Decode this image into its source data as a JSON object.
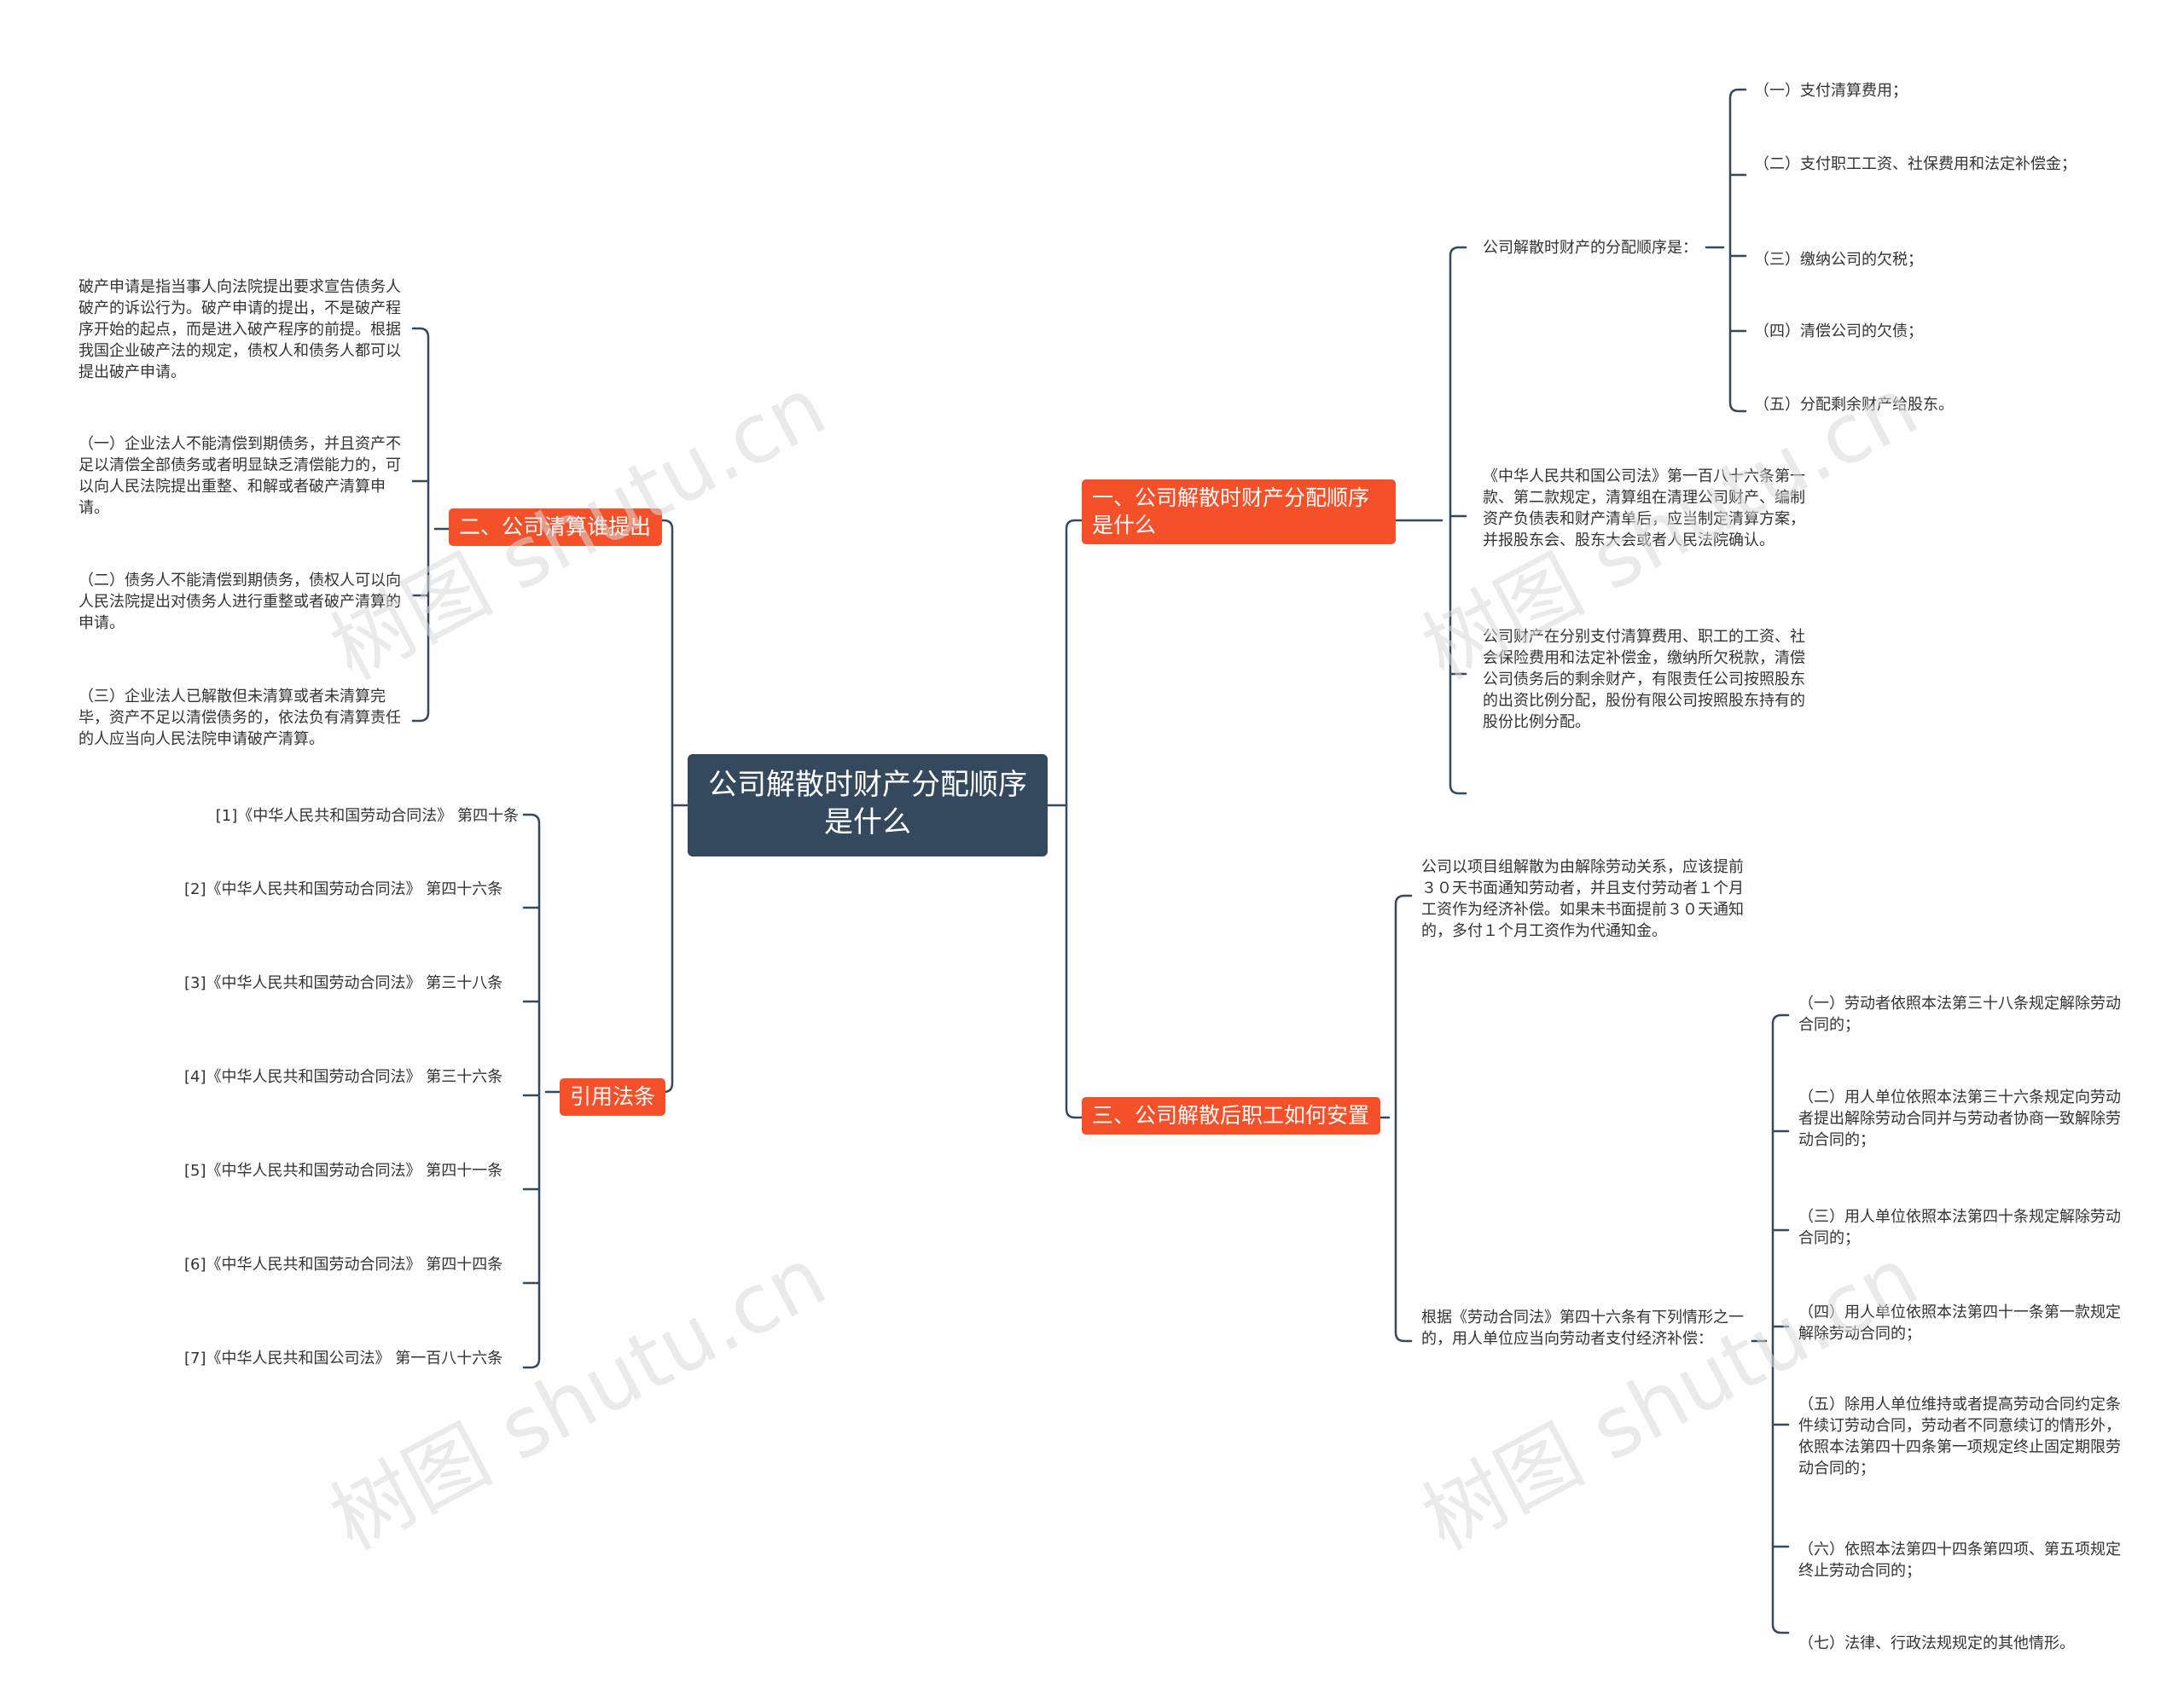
{
  "root": {
    "label": "公司解散时财产分配顺序是什么"
  },
  "branches": {
    "b1": {
      "label": "一、公司解散时财产分配顺序是什么"
    },
    "b2": {
      "label": "二、公司清算谁提出"
    },
    "b3": {
      "label": "三、公司解散后职工如何安置"
    },
    "b4": {
      "label": "引用法条"
    }
  },
  "b1_children": {
    "order_title": "公司解散时财产的分配顺序是：",
    "order_items": [
      "（一）支付清算费用；",
      "（二）支付职工工资、社保费用和法定补偿金；",
      "（三）缴纳公司的欠税；",
      "（四）清偿公司的欠债；",
      "（五）分配剩余财产给股东。"
    ],
    "law_text": "《中华人民共和国公司法》第一百八十六条第一款、第二款规定，清算组在清理公司财产、编制资产负债表和财产清单后，应当制定清算方案，并报股东会、股东大会或者人民法院确认。",
    "distribution_text": "公司财产在分别支付清算费用、职工的工资、社会保险费用和法定补偿金，缴纳所欠税款，清偿公司债务后的剩余财产，有限责任公司按照股东的出资比例分配，股份有限公司按照股东持有的股份比例分配。"
  },
  "b2_children": [
    "破产申请是指当事人向法院提出要求宣告债务人破产的诉讼行为。破产申请的提出，不是破产程序开始的起点，而是进入破产程序的前提。根据我国企业破产法的规定，债权人和债务人都可以提出破产申请。",
    "（一）企业法人不能清偿到期债务，并且资产不足以清偿全部债务或者明显缺乏清偿能力的，可以向人民法院提出重整、和解或者破产清算申请。",
    "（二）债务人不能清偿到期债务，债权人可以向人民法院提出对债务人进行重整或者破产清算的申请。",
    "（三）企业法人已解散但未清算或者未清算完毕，资产不足以清偿债务的，依法负有清算责任的人应当向人民法院申请破产清算。"
  ],
  "b3_children": {
    "notice_text": "公司以项目组解散为由解除劳动关系，应该提前３０天书面通知劳动者，并且支付劳动者１个月工资作为经济补偿。如果未书面提前３０天通知的，多付１个月工资作为代通知金。",
    "compensation_title": "根据《劳动合同法》第四十六条有下列情形之一的，用人单位应当向劳动者支付经济补偿：",
    "compensation_items": [
      "（一）劳动者依照本法第三十八条规定解除劳动合同的；",
      "（二）用人单位依照本法第三十六条规定向劳动者提出解除劳动合同并与劳动者协商一致解除劳动合同的；",
      "（三）用人单位依照本法第四十条规定解除劳动合同的；",
      "（四）用人单位依照本法第四十一条第一款规定解除劳动合同的；",
      "（五）除用人单位维持或者提高劳动合同约定条件续订劳动合同，劳动者不同意续订的情形外，依照本法第四十四条第一项规定终止固定期限劳动合同的；",
      "（六）依照本法第四十四条第四项、第五项规定终止劳动合同的；",
      "（七）法律、行政法规规定的其他情形。"
    ]
  },
  "b4_children": [
    "[1]《中华人民共和国劳动合同法》 第四十条",
    "[2]《中华人民共和国劳动合同法》 第四十六条",
    "[3]《中华人民共和国劳动合同法》 第三十八条",
    "[4]《中华人民共和国劳动合同法》 第三十六条",
    "[5]《中华人民共和国劳动合同法》 第四十一条",
    "[6]《中华人民共和国劳动合同法》 第四十四条",
    "[7]《中华人民共和国公司法》 第一百八十六条"
  ],
  "watermark": "树图 shutu.cn",
  "colors": {
    "root": "#34495e",
    "branch": "#f4502a",
    "line": "#34495e",
    "text": "#333333"
  }
}
